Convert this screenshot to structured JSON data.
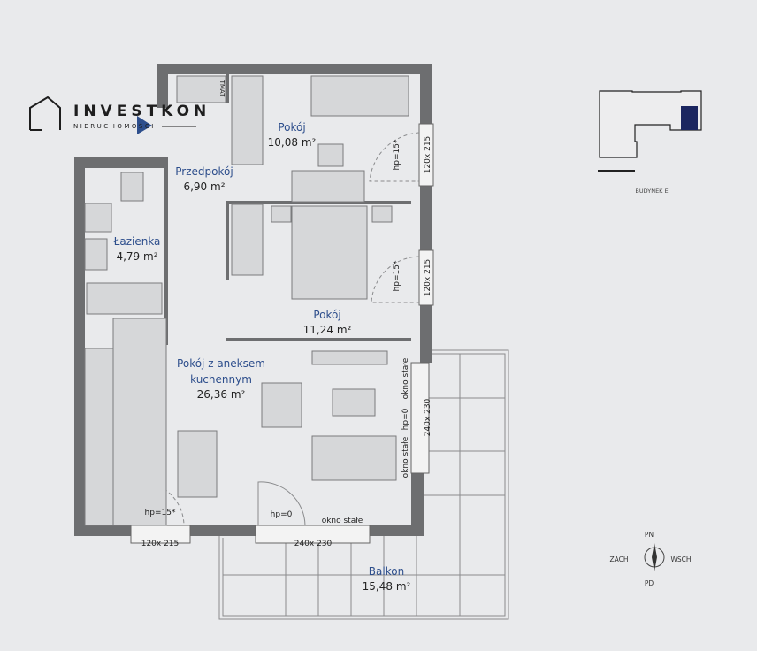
{
  "brand": {
    "name": "INVESTKON",
    "subtitle": "NIERUCHOMOŚCI"
  },
  "rooms": [
    {
      "name": "Pokój",
      "area": "10,08 m²"
    },
    {
      "name": "Przedpokój",
      "area": "6,90 m²"
    },
    {
      "name": "Łazienka",
      "area": "4,79 m²"
    },
    {
      "name": "Pokój",
      "area": "11,24 m²"
    },
    {
      "name_lines": [
        "Pokój z aneksem",
        "kuchennym"
      ],
      "area": "26,36 m²"
    },
    {
      "name": "Balkon",
      "area": "15,48 m²"
    }
  ],
  "windows": {
    "bedroom1": "120x 215",
    "bedroom2": "120x 215",
    "living_side": "240x 230",
    "kitchen_bottom": "120x 215",
    "balcony_door": "240x 230"
  },
  "notes": {
    "hp15": "hp=15*",
    "hp0": "hp=0",
    "fixed": "okno stałe",
    "shaft": "TMAT"
  },
  "key_plan": {
    "label": "BUDYNEK E"
  },
  "compass": {
    "n": "PN",
    "s": "PD",
    "w": "ZACH",
    "e": "WSCH"
  },
  "colors": {
    "room_label": "#2d4e8c",
    "highlight": "#1b2660",
    "wall": "#6d6e70"
  }
}
